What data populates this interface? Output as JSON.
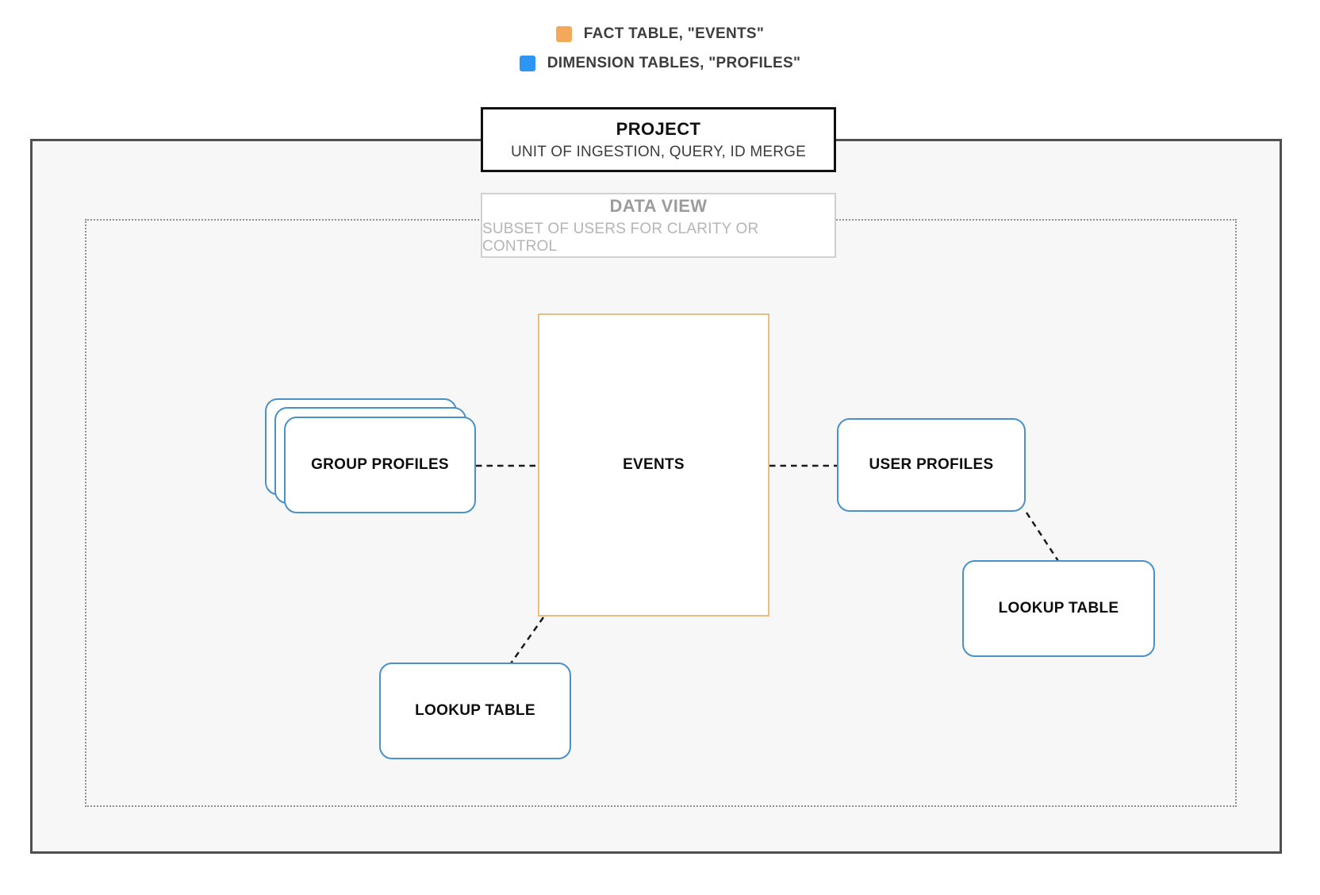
{
  "legend": {
    "items": [
      {
        "label": "FACT TABLE, \"EVENTS\"",
        "color": "#F6A85A"
      },
      {
        "label": "DIMENSION TABLES, \"PROFILES\"",
        "color": "#2D96F5"
      }
    ]
  },
  "project": {
    "title": "PROJECT",
    "subtitle": "UNIT OF INGESTION, QUERY, ID MERGE"
  },
  "data_view": {
    "title": "DATA VIEW",
    "subtitle": "SUBSET OF USERS FOR CLARITY OR CONTROL"
  },
  "nodes": {
    "events": {
      "label": "EVENTS"
    },
    "group_profiles": {
      "label": "GROUP PROFILES"
    },
    "user_profiles": {
      "label": "USER PROFILES"
    },
    "lookup_table_bottom": {
      "label": "LOOKUP TABLE"
    },
    "lookup_table_right": {
      "label": "LOOKUP TABLE"
    }
  },
  "colors": {
    "fact": "#F6A85A",
    "dimension": "#2D96F5",
    "fact_border": "#E9BE85",
    "dimension_border": "#4A90C9",
    "connector": "#1B1B1B"
  }
}
